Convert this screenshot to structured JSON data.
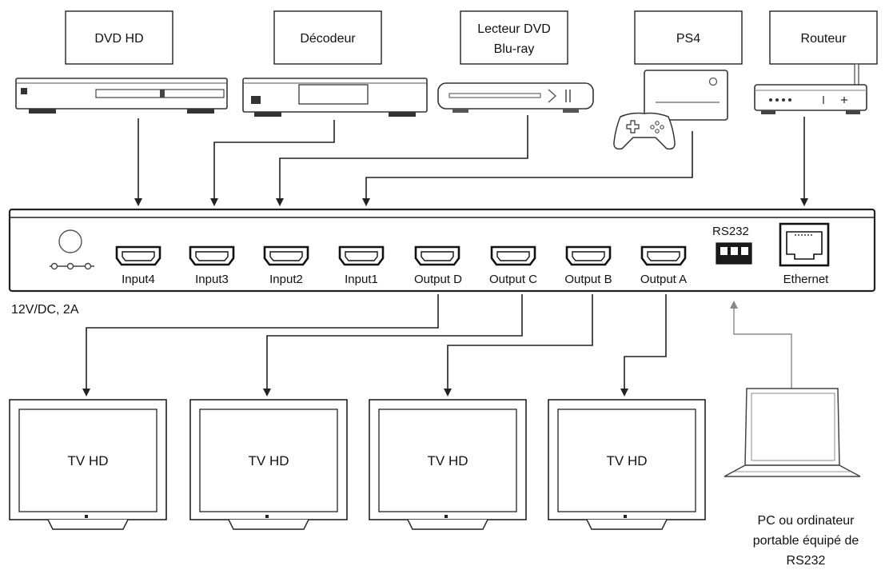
{
  "sources": [
    {
      "key": "dvd",
      "lines": [
        "DVD HD"
      ]
    },
    {
      "key": "decoder",
      "lines": [
        "Décodeur"
      ]
    },
    {
      "key": "bluray",
      "lines": [
        "Lecteur DVD",
        "Blu-ray"
      ]
    },
    {
      "key": "ps4",
      "lines": [
        "PS4"
      ]
    },
    {
      "key": "router",
      "lines": [
        "Routeur"
      ]
    }
  ],
  "matrix": {
    "inputs": [
      "Input4",
      "Input3",
      "Input2",
      "Input1"
    ],
    "outputs": [
      "Output D",
      "Output C",
      "Output B",
      "Output A"
    ],
    "rs232": "RS232",
    "ethernet": "Ethernet",
    "power": "12V/DC, 2A"
  },
  "tvs": [
    "TV HD",
    "TV HD",
    "TV HD",
    "TV HD"
  ],
  "pc": {
    "lines": [
      "PC ou ordinateur",
      "portable équipé de",
      "RS232"
    ]
  }
}
